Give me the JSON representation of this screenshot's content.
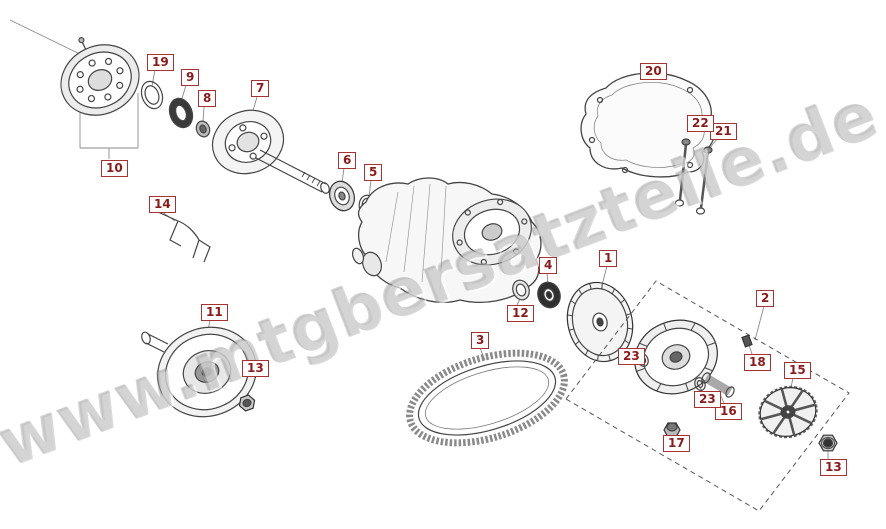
{
  "watermark": "www.mtgbersatzteile.de",
  "callouts": {
    "c1": "1",
    "c2": "2",
    "c3": "3",
    "c4": "4",
    "c5": "5",
    "c6": "6",
    "c7": "7",
    "c8": "8",
    "c9": "9",
    "c10": "10",
    "c11": "11",
    "c12": "12",
    "c13a": "13",
    "c13b": "13",
    "c14": "14",
    "c15": "15",
    "c16": "16",
    "c17": "17",
    "c18": "18",
    "c19": "19",
    "c20": "20",
    "c21": "21",
    "c22": "22",
    "c23a": "23",
    "c23b": "23"
  },
  "colors": {
    "callout_border": "#a83232",
    "callout_text": "#8b1a1a",
    "line_art": "#444444",
    "watermark_gray": "#acacac"
  }
}
